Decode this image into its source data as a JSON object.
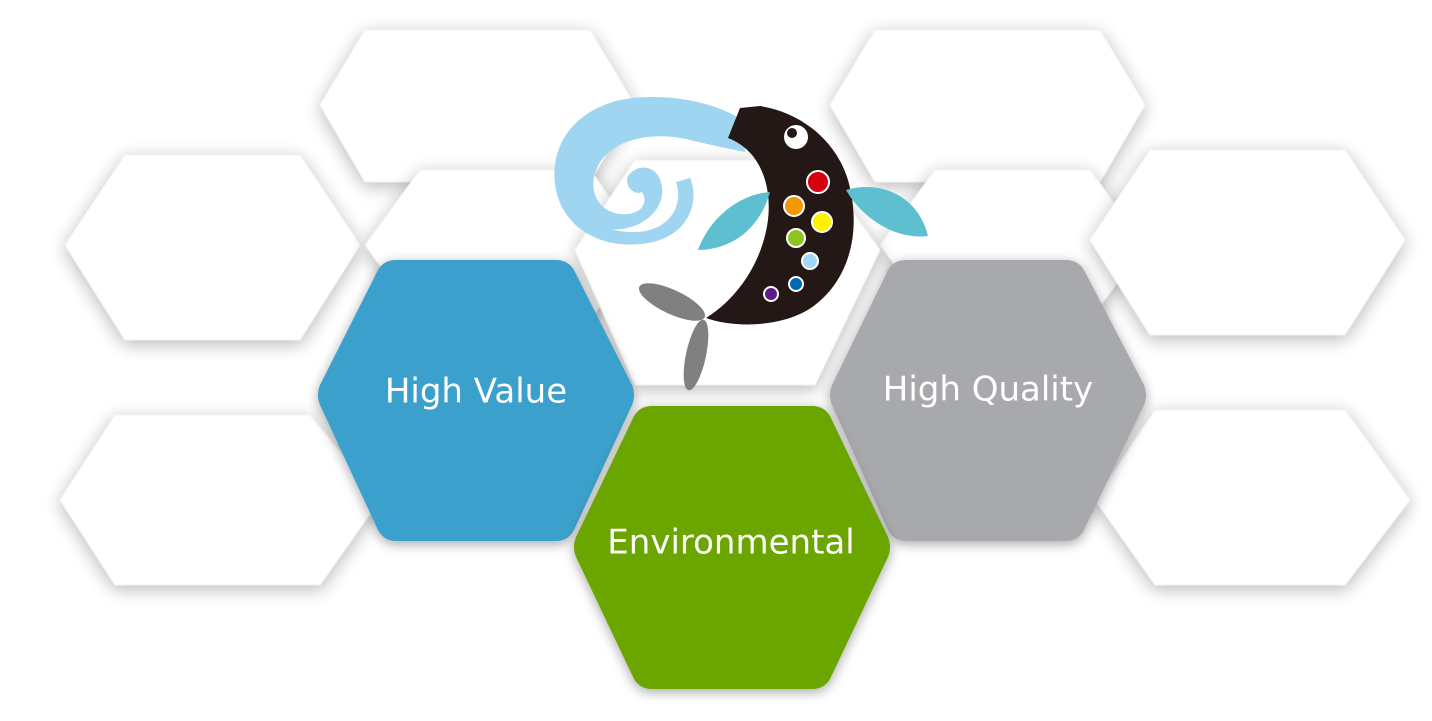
{
  "hexagons": [
    {
      "label": "High Value",
      "color": "#3aa0cc"
    },
    {
      "label": "Environmental",
      "color": "#6aa500"
    },
    {
      "label": "High Quality",
      "color": "#a7a9ac"
    }
  ],
  "background_color": "#ffffff",
  "ghost_hex_color": "#ffffff",
  "logo": {
    "icon": "fish-logo-icon",
    "body_color": "#231815",
    "wave_color": "#9fd5f1",
    "fin_color": "#5ebfd0",
    "tail_color": "#808080",
    "dot_colors": [
      "#d7000f",
      "#f39800",
      "#fff100",
      "#8fc31f",
      "#9fd9f6",
      "#0068b7",
      "#601986"
    ]
  }
}
